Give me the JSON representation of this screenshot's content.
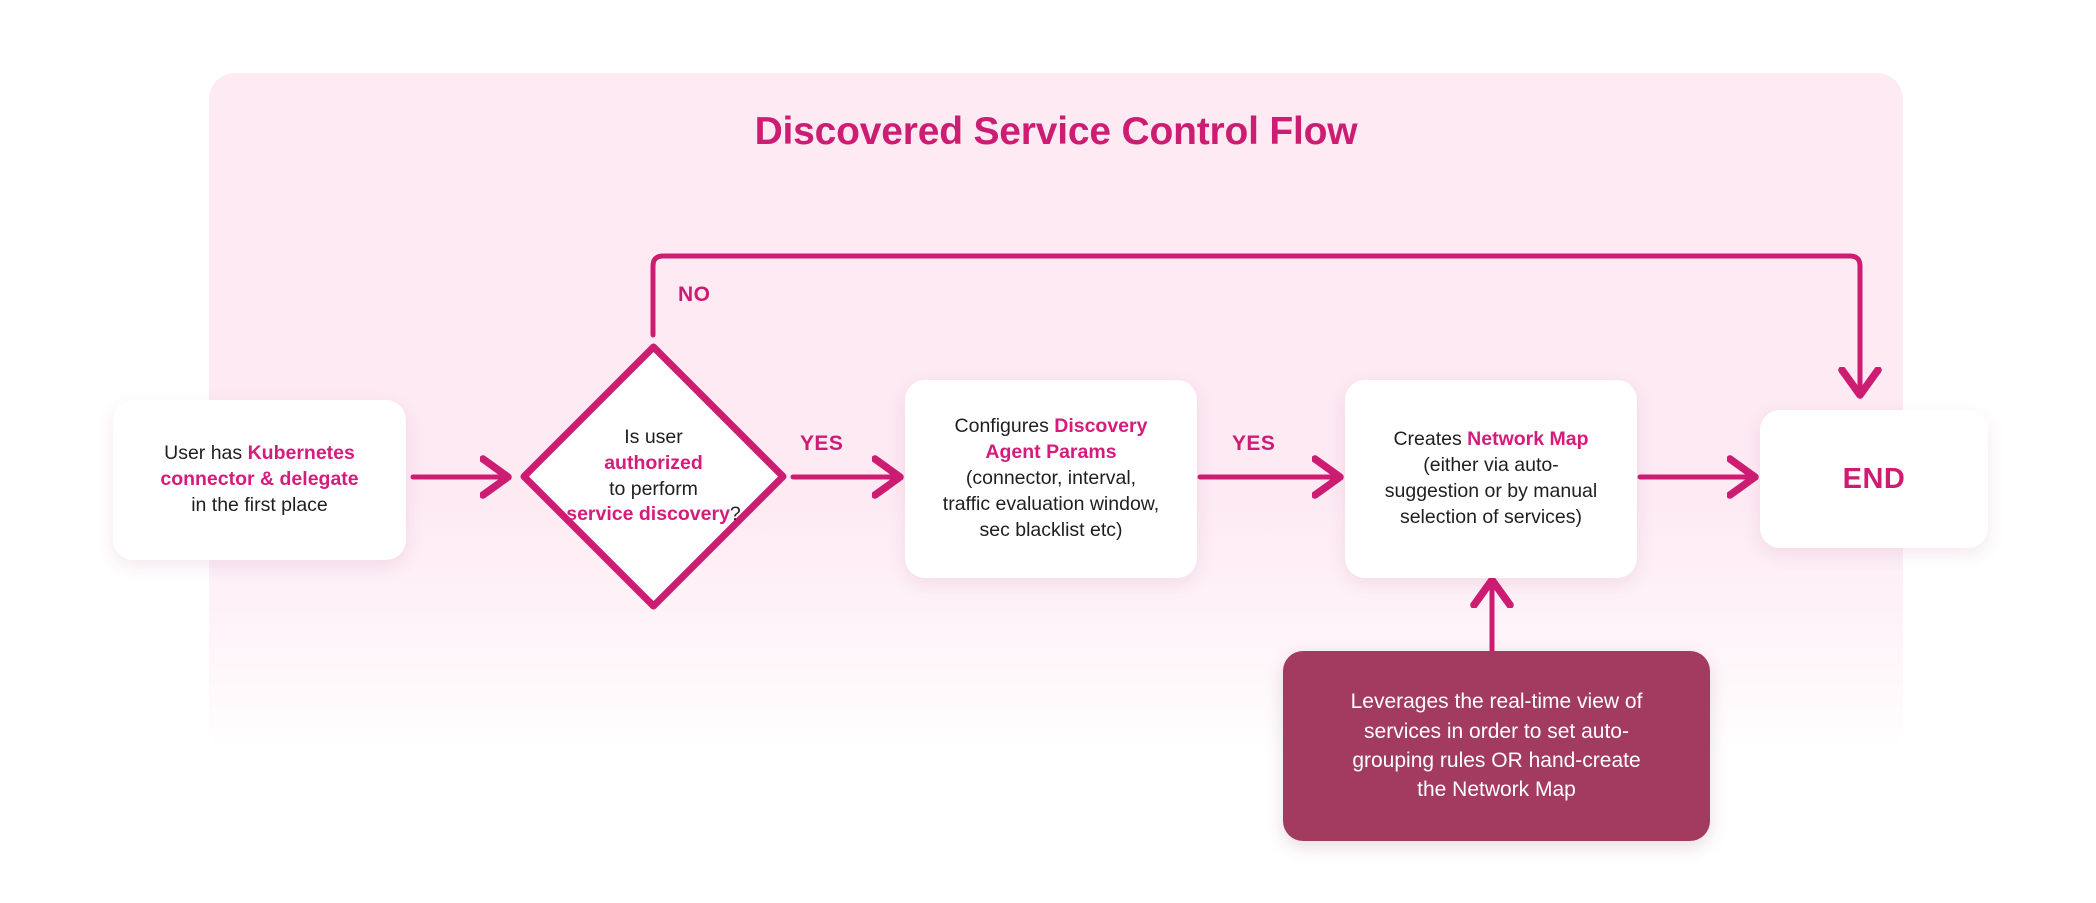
{
  "diagram": {
    "title": "Discovered Service Control Flow",
    "type": "flowchart",
    "colors": {
      "accent": "#cd1d72",
      "highlight": "#d51c7d",
      "panel_background": "#fdeaf3",
      "note_background": "#a33a5f",
      "node_background": "#ffffff",
      "body_text": "#1f1f1f",
      "note_text": "#ffffff"
    },
    "nodes": {
      "start": {
        "shape": "rounded-rect",
        "lines": [
          {
            "plain": "User has ",
            "highlight": "Kubernetes"
          },
          {
            "highlight": "connector & delegate"
          },
          {
            "plain": "in the first place"
          }
        ]
      },
      "decision": {
        "shape": "diamond",
        "lines": [
          {
            "plain": "Is user"
          },
          {
            "highlight": "authorized"
          },
          {
            "plain": "to perform"
          },
          {
            "highlight": "service discovery",
            "suffix": "?"
          }
        ]
      },
      "config": {
        "shape": "rounded-rect",
        "lines": [
          {
            "plain": "Configures ",
            "highlight": "Discovery"
          },
          {
            "highlight": "Agent Params"
          },
          {
            "plain": "(connector, interval,"
          },
          {
            "plain": "traffic evaluation window,"
          },
          {
            "plain": "sec blacklist etc)"
          }
        ]
      },
      "map": {
        "shape": "rounded-rect",
        "lines": [
          {
            "plain": "Creates ",
            "highlight": "Network Map"
          },
          {
            "plain": "(either via auto-"
          },
          {
            "plain": "suggestion or by manual"
          },
          {
            "plain": "selection of services)"
          }
        ]
      },
      "end": {
        "shape": "rounded-rect",
        "label": "END"
      },
      "note": {
        "shape": "rounded-rect-filled",
        "lines": [
          "Leverages the real-time view of",
          "services in order to set auto-",
          "grouping rules OR hand-create",
          "the Network Map"
        ]
      }
    },
    "edges": [
      {
        "id": "start-to-decision",
        "from": "start",
        "to": "decision",
        "label": ""
      },
      {
        "id": "decision-no-to-end",
        "from": "decision",
        "to": "end",
        "label": "NO"
      },
      {
        "id": "decision-yes-to-config",
        "from": "decision",
        "to": "config",
        "label": "YES"
      },
      {
        "id": "config-yes-to-map",
        "from": "config",
        "to": "map",
        "label": "YES"
      },
      {
        "id": "map-to-end",
        "from": "map",
        "to": "end",
        "label": ""
      },
      {
        "id": "note-to-map",
        "from": "note",
        "to": "map",
        "label": ""
      }
    ],
    "labels": {
      "no": "NO",
      "yes_1": "YES",
      "yes_2": "YES"
    }
  }
}
